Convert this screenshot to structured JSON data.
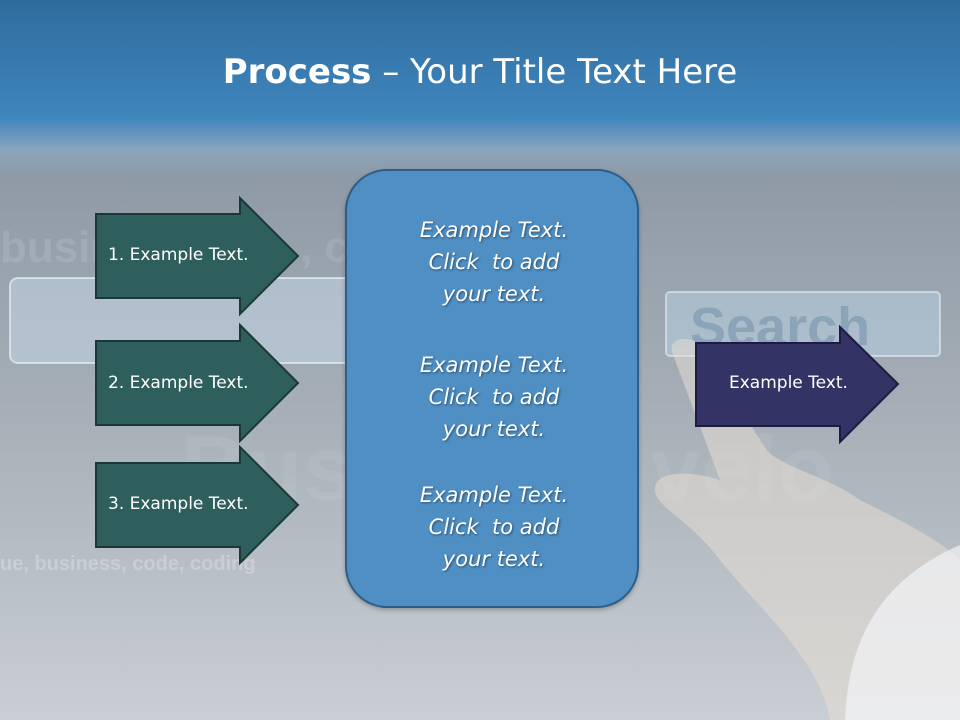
{
  "title": {
    "bold": "Process",
    "rest": " – Your Title Text Here"
  },
  "left_arrows": [
    {
      "label": "1. Example Text."
    },
    {
      "label": "2. Example Text."
    },
    {
      "label": "3. Example Text."
    }
  ],
  "center_box": {
    "paragraphs": [
      "Example Text.\nClick  to add\nyour text.",
      "Example Text.\nClick  to add\nyour text.",
      "Example Text.\nClick  to add\nyour text."
    ]
  },
  "right_arrow": {
    "label": "Example Text."
  },
  "background": {
    "search_button_text": "Search",
    "keywords_text": "ue, business, code, coding"
  },
  "colors": {
    "left_arrow_fill": "#2f5f5c",
    "right_arrow_fill": "#333366",
    "center_box_fill": "#4f8fc4",
    "header_blue": "#3f86bd"
  }
}
